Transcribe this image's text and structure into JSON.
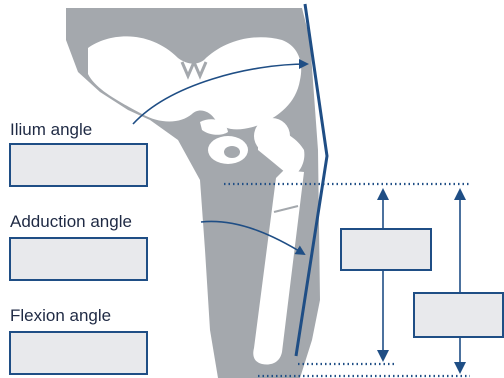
{
  "labels": {
    "ilium_angle": "Ilium angle",
    "adduction_angle": "Adduction angle",
    "flexion_angle": "Flexion angle"
  },
  "colors": {
    "bone_silhouette": "#a4a8ad",
    "bone_highlight": "#ffffff",
    "line_blue": "#1f4e85",
    "box_fill": "#e8e9ec",
    "text": "#1f2a44"
  }
}
